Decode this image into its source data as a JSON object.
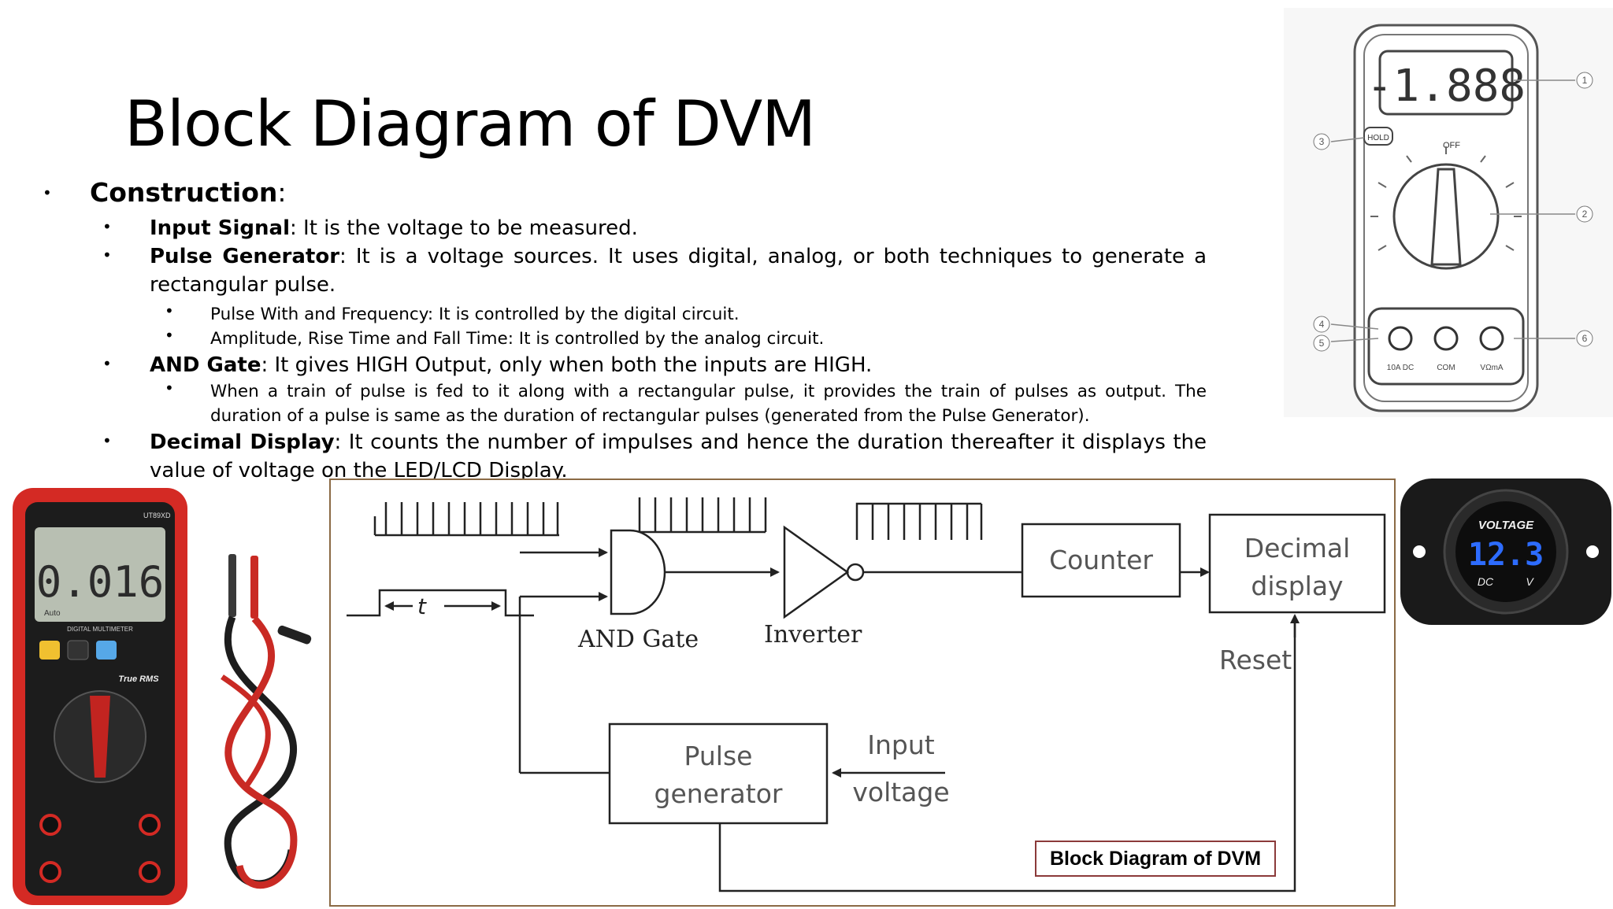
{
  "title": "Block Diagram of DVM",
  "construction": {
    "label": "Construction",
    "items": [
      {
        "term": "Input Signal",
        "text": ": It is the voltage to be measured."
      },
      {
        "term": "Pulse Generator",
        "text": ": It is a voltage sources. It uses digital, analog, or both techniques to generate a rectangular pulse."
      },
      {
        "sub": "Pulse With and Frequency: It is controlled by the digital circuit."
      },
      {
        "sub": "Amplitude, Rise Time and Fall Time: It is controlled by the analog circuit."
      },
      {
        "term": "AND Gate",
        "text": ": It gives HIGH Output, only when both the inputs are HIGH."
      },
      {
        "sub": "When a train of pulse is fed to it along with a rectangular pulse, it provides the train of pulses as output. The duration of a pulse is same as the duration of rectangular pulses (generated from the Pulse Generator)."
      },
      {
        "term": "Decimal Display",
        "text": ": It counts the number of impulses and hence the duration thereafter it displays the value of voltage on the LED/LCD Display."
      }
    ]
  },
  "diagram": {
    "caption": "Block Diagram of DVM",
    "and_gate": "AND Gate",
    "inverter": "Inverter",
    "counter": "Counter",
    "decimal_1": "Decimal",
    "decimal_2": "display",
    "reset": "Reset",
    "pulse_1": "Pulse",
    "pulse_2": "generator",
    "input_1": "Input",
    "input_2": "voltage",
    "t_label": "t"
  },
  "drawing_meter": {
    "reading": "-1.888",
    "hold": "HOLD",
    "off": "OFF",
    "callouts": [
      "1",
      "2",
      "3",
      "4",
      "5",
      "6"
    ],
    "jacks": [
      "10A DC",
      "COM",
      "VΩmA"
    ]
  },
  "red_meter": {
    "brand": "UT89XD",
    "reading": "0.016",
    "auto": "Auto",
    "caption": "DIGITAL MULTIMETER",
    "true_rms": "True RMS"
  },
  "panel_meter": {
    "label": "VOLTAGE",
    "reading": "12.3",
    "dc": "DC",
    "v": "V"
  },
  "colors": {
    "meter_red": "#d42a24",
    "meter_dark": "#1c1c1c",
    "display_blue": "#2d6cff",
    "frame_brown": "#8b6a45"
  }
}
